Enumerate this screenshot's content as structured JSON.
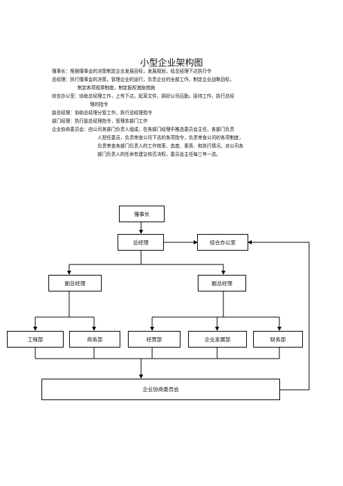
{
  "title": "小型企业架构图",
  "descriptions": [
    "懂事长：根据懂事会的决策制定企业发展目标，发展规划，给总经理下达执行令",
    "总经理：执行懂事会的决策，管理企业的运行，负责企业的全部工作，制定企业战略目标，",
    "制定各项规章制度，制定股权激励措施",
    "综合办公室：协助总经理工作，上传下达，起草文件，搞好公司后勤，接待工作，执行总经",
    "理的指令",
    "副总经理：协助总经理分管工作，执行总经理指令",
    "部门经理：执行副总经理指令，管理本部门工作",
    "企业协商委员会：由公司各部门负责人组成，在各部门经理中推选委员会主任，各部门负责",
    "人担任委员，负责审查公司下达的各项指令，负责审查公司的各项制度，",
    "负责审查各部门负责人的工作效率、态度、素质、和执行情况，对公司各",
    "部门负责人的任命有建议和否决权，委员会主任每三年一选。"
  ],
  "nodes": {
    "chairman": "懂事长",
    "gm": "总经理",
    "office": "综合办公室",
    "vp1": "副总经理",
    "vp2": "副总经理",
    "eng": "工程部",
    "biz": "商务部",
    "ops": "经营部",
    "dev": "企业发展部",
    "fin": "财务部",
    "committee": "企业协商委员会"
  }
}
